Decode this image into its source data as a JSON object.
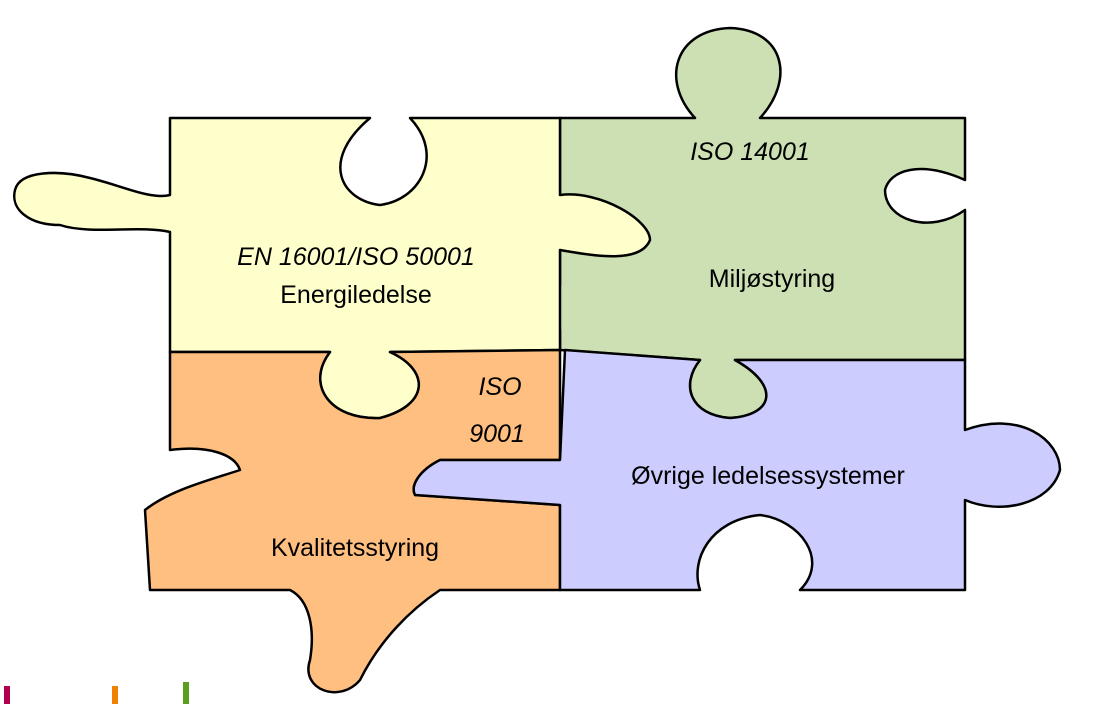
{
  "pieces": {
    "energy": {
      "standard": "EN 16001/ISO 50001",
      "name": "Energiledelse",
      "color": "#FFFFCC"
    },
    "environment": {
      "standard": "ISO 14001",
      "name": "Miljøstyring",
      "color": "#CCE0B4"
    },
    "quality": {
      "standard_line1": "ISO",
      "standard_line2": "9001",
      "name": "Kvalitetsstyring",
      "color": "#FFBF80"
    },
    "other": {
      "name": "Øvrige ledelsessystemer",
      "color": "#CCCCFF"
    }
  },
  "brand_bars": [
    "#B0004D",
    "#F08000",
    "#5A9E1E"
  ]
}
